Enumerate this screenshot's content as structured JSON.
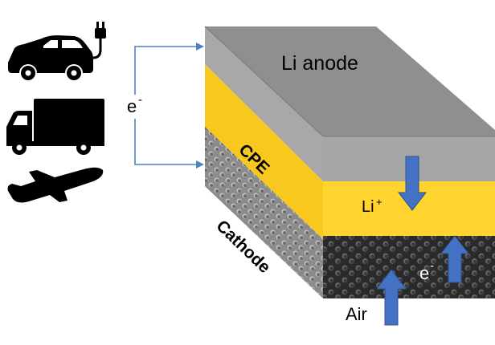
{
  "diagram": {
    "layers": {
      "anode": "Li anode",
      "electrolyte": "CPE",
      "cathode": "Cathode"
    },
    "labels": {
      "electron_wire": "e",
      "electron_cathode": "e",
      "electron_superscript": "-",
      "lithium_ion": "Li",
      "lithium_superscript": "+",
      "air": "Air"
    },
    "icons": [
      "electric-car-icon",
      "truck-icon",
      "airplane-icon"
    ],
    "colors": {
      "anode_top": "#8f8f8f",
      "anode_side": "#a6a6a6",
      "electrolyte": "#fcd02a",
      "cathode_dark": "#262626",
      "cathode_side": "#8a8a8a",
      "arrow_fill": "#4472c4",
      "arrow_stroke": "#2f528f",
      "wire": "#4f81bd",
      "icon": "#000000"
    }
  }
}
